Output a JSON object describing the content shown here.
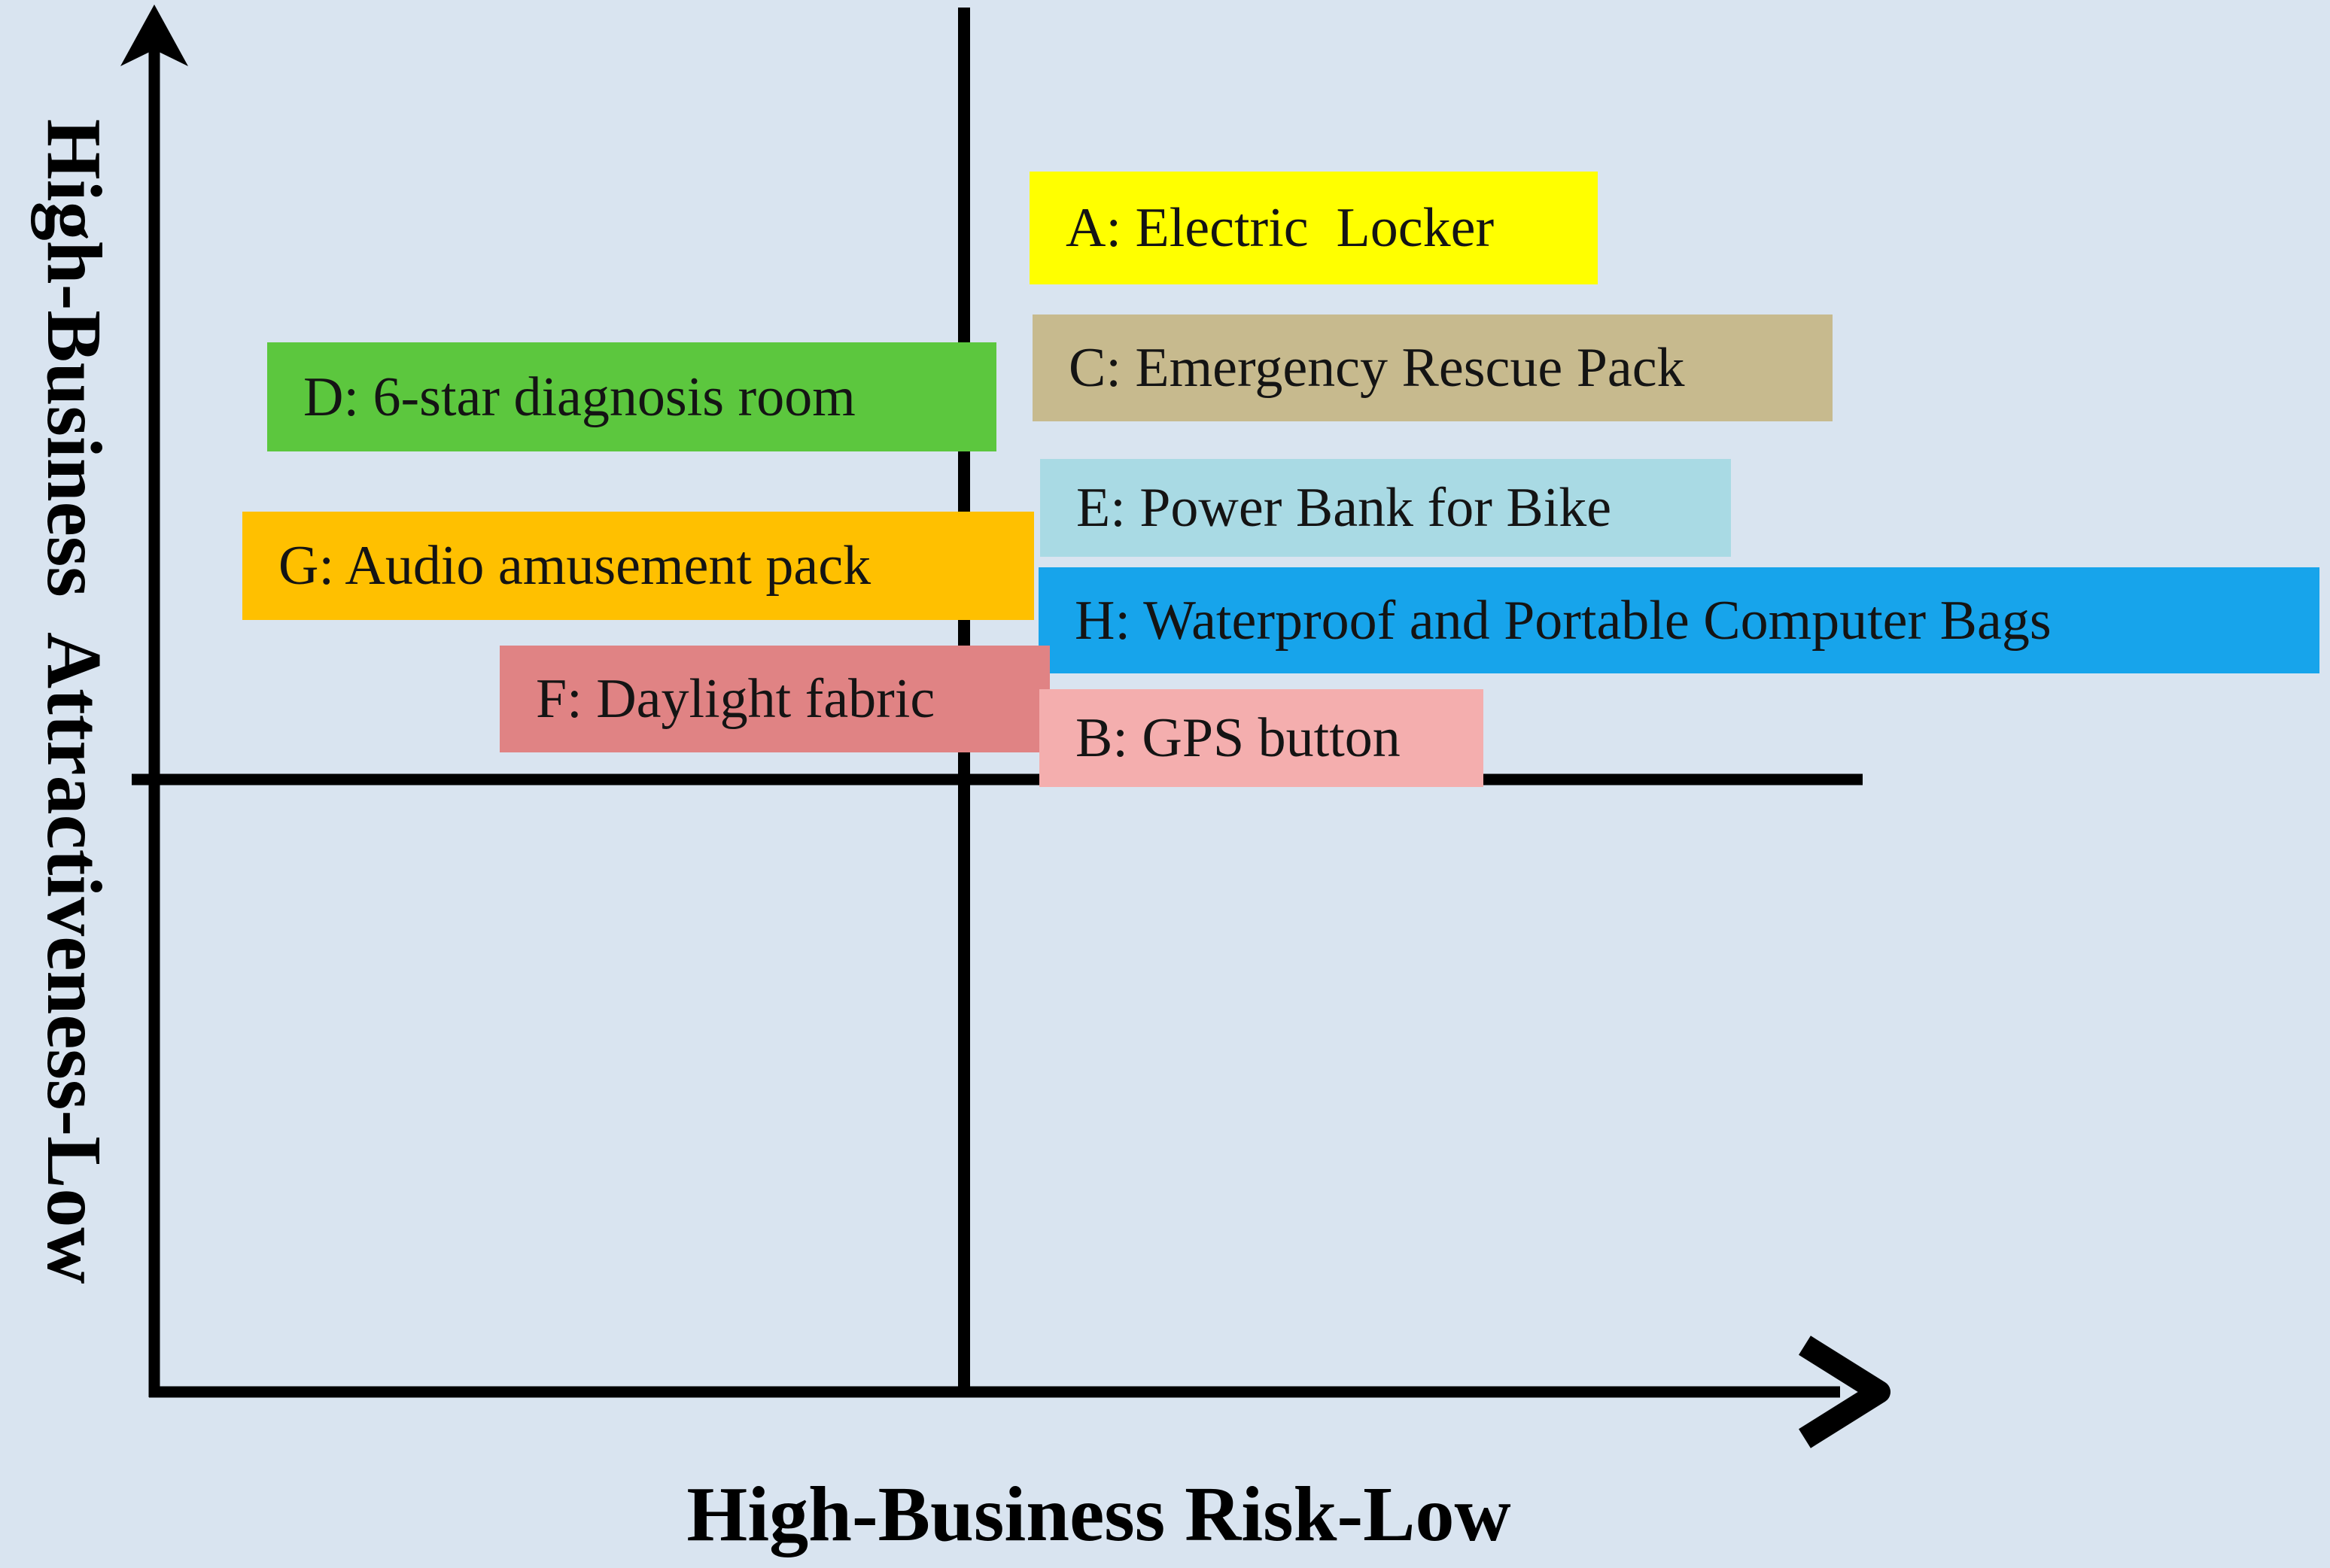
{
  "background_color": "#d9e4f0",
  "axes": {
    "color": "#000000",
    "y_label": "High-Business  Attractiveness-Low",
    "x_label": "High-Business Risk-Low"
  },
  "items": [
    {
      "key": "A",
      "label": "A: Electric  Locker",
      "color": "#ffff00"
    },
    {
      "key": "C",
      "label": "C: Emergency Rescue Pack",
      "color": "#c7ba8e"
    },
    {
      "key": "D",
      "label": "D: 6-star diagnosis room",
      "color": "#5cc73e"
    },
    {
      "key": "E",
      "label": "E: Power Bank for Bike",
      "color": "#a9dae4"
    },
    {
      "key": "G",
      "label": "G: Audio amusement pack",
      "color": "#ffc000"
    },
    {
      "key": "H",
      "label": "H: Waterproof and Portable Computer Bags",
      "color": "#17a4eb"
    },
    {
      "key": "F",
      "label": "F: Daylight fabric",
      "color": "#e08384"
    },
    {
      "key": "B",
      "label": "B: GPS button",
      "color": "#f4aeae"
    }
  ],
  "chart_data": {
    "type": "scatter",
    "title": "",
    "xlabel": "High-Business Risk-Low",
    "ylabel": "High-Business Attractiveness-Low",
    "x_axis_direction": "left end = High business risk, right end = Low business risk",
    "y_axis_direction": "top = High business attractiveness, bottom = Low business attractiveness",
    "xlim": [
      0,
      1
    ],
    "ylim": [
      0,
      1
    ],
    "grid": "two quadrant divider lines (one vertical, one horizontal crosshair)",
    "legend_position": "none (labels drawn as colored boxes on the plot)",
    "points": [
      {
        "label": "A: Electric  Locker",
        "color": "#ffff00",
        "x": 0.67,
        "y": 0.84,
        "quadrant": "high attractiveness / low risk"
      },
      {
        "label": "C: Emergency Rescue Pack",
        "color": "#c7ba8e",
        "x": 0.74,
        "y": 0.74,
        "quadrant": "high attractiveness / low risk"
      },
      {
        "label": "D: 6-star diagnosis room",
        "color": "#5cc73e",
        "x": 0.28,
        "y": 0.72,
        "quadrant": "high attractiveness / high risk"
      },
      {
        "label": "E: Power Bank for Bike",
        "color": "#a9dae4",
        "x": 0.71,
        "y": 0.64,
        "quadrant": "high attractiveness / low risk"
      },
      {
        "label": "G: Audio amusement pack",
        "color": "#ffc000",
        "x": 0.28,
        "y": 0.6,
        "quadrant": "high attractiveness / high risk"
      },
      {
        "label": "H: Waterproof and Portable Computer Bags",
        "color": "#17a4eb",
        "x": 0.88,
        "y": 0.56,
        "quadrant": "high attractiveness / low risk"
      },
      {
        "label": "F: Daylight fabric",
        "color": "#e08384",
        "x": 0.36,
        "y": 0.5,
        "quadrant": "high attractiveness / high risk, touching midline"
      },
      {
        "label": "B: GPS button",
        "color": "#f4aeae",
        "x": 0.64,
        "y": 0.47,
        "quadrant": "straddles midline / low risk"
      }
    ]
  }
}
